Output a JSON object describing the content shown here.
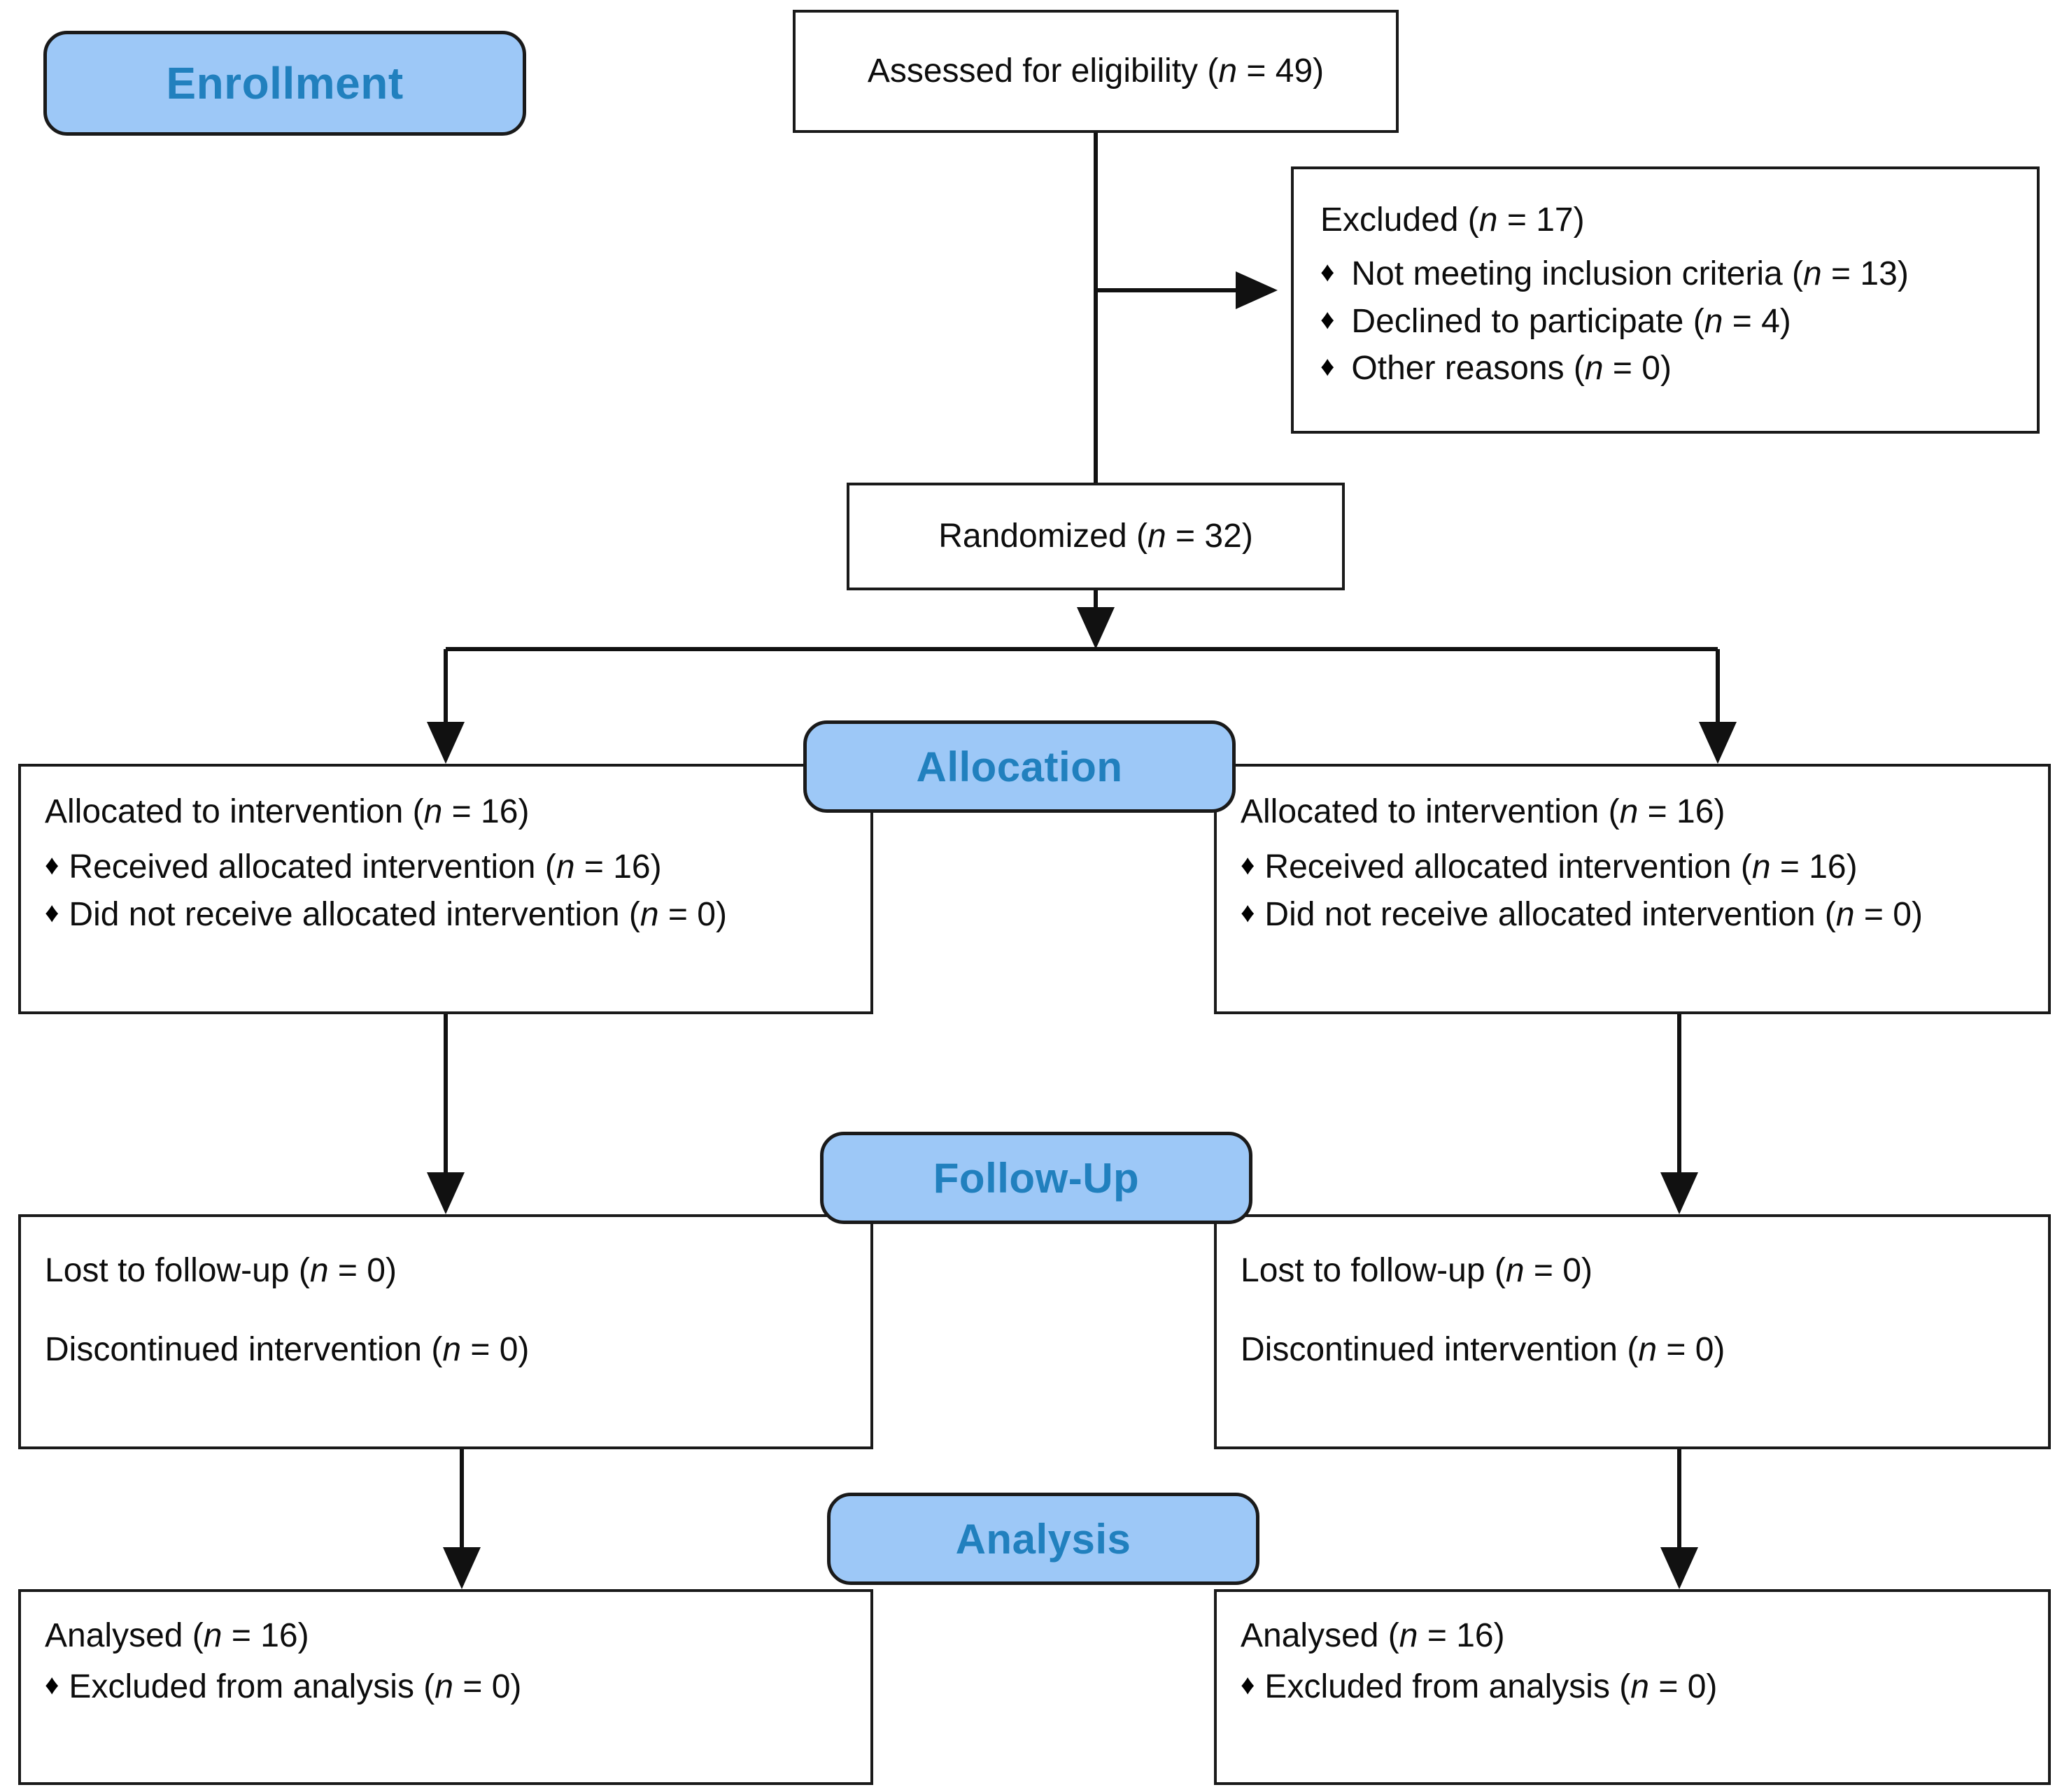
{
  "diagram": {
    "type": "consort-flow-diagram",
    "title": "CONSORT participant flow diagram",
    "colors": {
      "badge_fill": "#9DC8F7",
      "badge_text": "#2180BE",
      "badge_border": "#1a1a1a",
      "box_border": "#1a1a1a",
      "box_fill": "#ffffff",
      "text": "#0d0d0d"
    }
  },
  "stages": {
    "enrollment": "Enrollment",
    "allocation": "Allocation",
    "followup": "Follow-Up",
    "analysis": "Analysis"
  },
  "enrollment": {
    "assessed": {
      "label": "Assessed for eligibility (",
      "n_italic": "n",
      "n_value": " = 49)"
    },
    "excluded": {
      "heading_pre": "Excluded (",
      "heading_italic": "n",
      "heading_post": " = 17)",
      "reasons": [
        {
          "bullet": "♦",
          "text_pre": "Not meeting inclusion criteria (",
          "italic": "n",
          "text_post": " = 13)"
        },
        {
          "bullet": "♦",
          "text_pre": "Declined to participate (",
          "italic": "n",
          "text_post": " = 4)"
        },
        {
          "bullet": "♦",
          "text_pre": "Other reasons (",
          "italic": "n",
          "text_post": " = 0)"
        }
      ]
    },
    "randomized": {
      "label": "Randomized (",
      "n_italic": "n",
      "n_value": " = 32)"
    }
  },
  "allocation": {
    "left": {
      "heading_pre": "Allocated to intervention (",
      "heading_italic": "n",
      "heading_post": " = 16)",
      "items": [
        {
          "bullet": "♦",
          "text_pre": "Received allocated intervention (",
          "italic": "n",
          "text_post": " = 16)"
        },
        {
          "bullet": "♦",
          "text_pre": "Did not receive allocated intervention (",
          "italic": "n",
          "text_post": " = 0)"
        }
      ]
    },
    "right": {
      "heading_pre": "Allocated to intervention (",
      "heading_italic": "n",
      "heading_post": " = 16)",
      "items": [
        {
          "bullet": "♦",
          "text_pre": "Received allocated intervention (",
          "italic": "n",
          "text_post": " = 16)"
        },
        {
          "bullet": "♦",
          "text_pre": "Did not receive allocated intervention (",
          "italic": "n",
          "text_post": " = 0)"
        }
      ]
    }
  },
  "followup": {
    "left": {
      "lost_pre": "Lost to follow-up (",
      "lost_italic": "n",
      "lost_post": " = 0)",
      "disc_pre": "Discontinued intervention (",
      "disc_italic": "n",
      "disc_post": " = 0)"
    },
    "right": {
      "lost_pre": "Lost to follow-up (",
      "lost_italic": "n",
      "lost_post": " = 0)",
      "disc_pre": "Discontinued intervention (",
      "disc_italic": "n",
      "disc_post": " = 0)"
    }
  },
  "analysis": {
    "left": {
      "heading_pre": "Analysed (",
      "heading_italic": "n",
      "heading_post": " = 16)",
      "items": [
        {
          "bullet": "♦",
          "text_pre": "Excluded from analysis (",
          "italic": "n",
          "text_post": " = 0)"
        }
      ]
    },
    "right": {
      "heading_pre": "Analysed (",
      "heading_italic": "n",
      "heading_post": " = 16)",
      "items": [
        {
          "bullet": "♦",
          "text_pre": "Excluded from analysis (",
          "italic": "n",
          "text_post": " = 0)"
        }
      ]
    }
  }
}
